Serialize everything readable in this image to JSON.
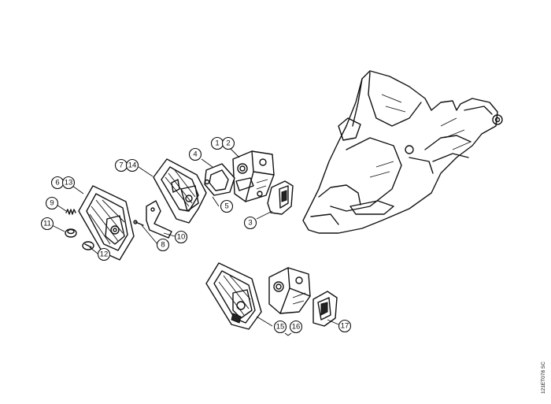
{
  "callouts": {
    "c1": "1",
    "c2": "2",
    "c3": "3",
    "c4": "4",
    "c5": "5",
    "c6": "6",
    "c7": "7",
    "c8": "8",
    "c9": "9",
    "c10": "10",
    "c11": "11",
    "c12": "12",
    "c13": "13",
    "c14": "14",
    "c15": "15",
    "c16": "16",
    "c17": "17"
  },
  "drawing_code": "121ET078 SC"
}
